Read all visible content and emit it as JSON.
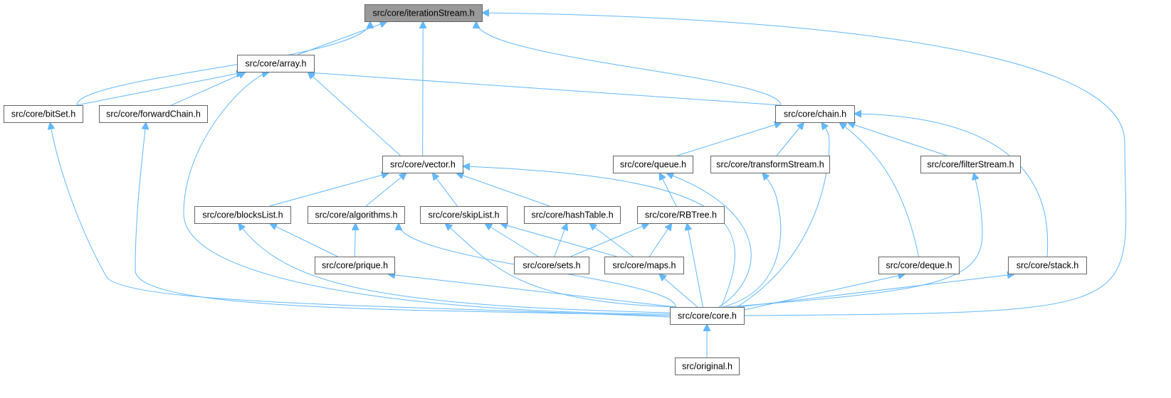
{
  "diagram": {
    "nodes": [
      {
        "id": "iterationStream",
        "label": "src/core/iterationStream.h",
        "selected": true
      },
      {
        "id": "array",
        "label": "src/core/array.h"
      },
      {
        "id": "bitSet",
        "label": "src/core/bitSet.h"
      },
      {
        "id": "forwardChain",
        "label": "src/core/forwardChain.h"
      },
      {
        "id": "chain",
        "label": "src/core/chain.h"
      },
      {
        "id": "vector",
        "label": "src/core/vector.h"
      },
      {
        "id": "queue",
        "label": "src/core/queue.h"
      },
      {
        "id": "transformStream",
        "label": "src/core/transformStream.h"
      },
      {
        "id": "filterStream",
        "label": "src/core/filterStream.h"
      },
      {
        "id": "blocksList",
        "label": "src/core/blocksList.h"
      },
      {
        "id": "algorithms",
        "label": "src/core/algorithms.h"
      },
      {
        "id": "skipList",
        "label": "src/core/skipList.h"
      },
      {
        "id": "hashTable",
        "label": "src/core/hashTable.h"
      },
      {
        "id": "RBTree",
        "label": "src/core/RBTree.h"
      },
      {
        "id": "prique",
        "label": "src/core/prique.h"
      },
      {
        "id": "sets",
        "label": "src/core/sets.h"
      },
      {
        "id": "maps",
        "label": "src/core/maps.h"
      },
      {
        "id": "deque",
        "label": "src/core/deque.h"
      },
      {
        "id": "stack",
        "label": "src/core/stack.h"
      },
      {
        "id": "core",
        "label": "src/core/core.h"
      },
      {
        "id": "original",
        "label": "src/original.h"
      }
    ],
    "edges": [
      {
        "from": "array",
        "to": "iterationStream"
      },
      {
        "from": "bitSet",
        "to": "iterationStream"
      },
      {
        "from": "vector",
        "to": "iterationStream"
      },
      {
        "from": "chain",
        "to": "iterationStream"
      },
      {
        "from": "core",
        "to": "iterationStream"
      },
      {
        "from": "bitSet",
        "to": "array"
      },
      {
        "from": "forwardChain",
        "to": "array"
      },
      {
        "from": "vector",
        "to": "array"
      },
      {
        "from": "core",
        "to": "array"
      },
      {
        "from": "chain",
        "to": "array"
      },
      {
        "from": "core",
        "to": "bitSet"
      },
      {
        "from": "core",
        "to": "forwardChain"
      },
      {
        "from": "queue",
        "to": "chain"
      },
      {
        "from": "transformStream",
        "to": "chain"
      },
      {
        "from": "filterStream",
        "to": "chain"
      },
      {
        "from": "deque",
        "to": "chain"
      },
      {
        "from": "stack",
        "to": "chain"
      },
      {
        "from": "core",
        "to": "chain"
      },
      {
        "from": "blocksList",
        "to": "vector"
      },
      {
        "from": "algorithms",
        "to": "vector"
      },
      {
        "from": "skipList",
        "to": "vector"
      },
      {
        "from": "hashTable",
        "to": "vector"
      },
      {
        "from": "core",
        "to": "vector"
      },
      {
        "from": "RBTree",
        "to": "queue"
      },
      {
        "from": "core",
        "to": "queue"
      },
      {
        "from": "core",
        "to": "transformStream"
      },
      {
        "from": "core",
        "to": "filterStream"
      },
      {
        "from": "prique",
        "to": "blocksList"
      },
      {
        "from": "core",
        "to": "blocksList"
      },
      {
        "from": "prique",
        "to": "algorithms"
      },
      {
        "from": "core",
        "to": "algorithms"
      },
      {
        "from": "sets",
        "to": "skipList"
      },
      {
        "from": "maps",
        "to": "skipList"
      },
      {
        "from": "core",
        "to": "skipList"
      },
      {
        "from": "sets",
        "to": "hashTable"
      },
      {
        "from": "maps",
        "to": "hashTable"
      },
      {
        "from": "sets",
        "to": "RBTree"
      },
      {
        "from": "maps",
        "to": "RBTree"
      },
      {
        "from": "core",
        "to": "RBTree"
      },
      {
        "from": "core",
        "to": "prique"
      },
      {
        "from": "core",
        "to": "maps"
      },
      {
        "from": "core",
        "to": "deque"
      },
      {
        "from": "core",
        "to": "stack"
      },
      {
        "from": "original",
        "to": "core"
      }
    ]
  },
  "colors": {
    "edge": "#63b8ff",
    "node_border": "#666666",
    "root_fill": "#999999",
    "node_fill": "#ffffff"
  }
}
